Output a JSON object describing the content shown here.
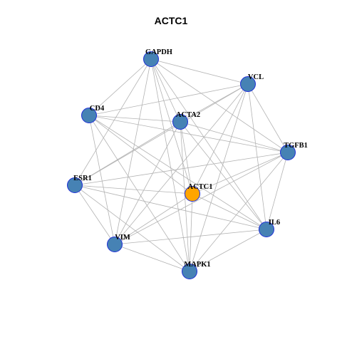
{
  "title": "ACTC1",
  "colors": {
    "node_fill": "#4682b4",
    "hub_fill": "#ffa500",
    "node_border": "#1f2fd8",
    "edge": "#b3b3b3"
  },
  "nodes": [
    {
      "id": "GAPDH",
      "label": "GAPDH",
      "hub": false
    },
    {
      "id": "VCL",
      "label": "VCL",
      "hub": false
    },
    {
      "id": "CD4",
      "label": "CD4",
      "hub": false
    },
    {
      "id": "ACTA2",
      "label": "ACTA2",
      "hub": false
    },
    {
      "id": "TGFB1",
      "label": "TGFB1",
      "hub": false
    },
    {
      "id": "ESR1",
      "label": "ESR1",
      "hub": false
    },
    {
      "id": "ACTC1",
      "label": "ACTC1",
      "hub": true
    },
    {
      "id": "IL6",
      "label": "IL6",
      "hub": false
    },
    {
      "id": "VIM",
      "label": "VIM",
      "hub": false
    },
    {
      "id": "MAPK1",
      "label": "MAPK1",
      "hub": false
    }
  ],
  "edges": [
    [
      "GAPDH",
      "VCL"
    ],
    [
      "GAPDH",
      "CD4"
    ],
    [
      "GAPDH",
      "ACTA2"
    ],
    [
      "GAPDH",
      "TGFB1"
    ],
    [
      "GAPDH",
      "ESR1"
    ],
    [
      "GAPDH",
      "ACTC1"
    ],
    [
      "GAPDH",
      "IL6"
    ],
    [
      "GAPDH",
      "VIM"
    ],
    [
      "GAPDH",
      "MAPK1"
    ],
    [
      "VCL",
      "CD4"
    ],
    [
      "VCL",
      "ACTA2"
    ],
    [
      "VCL",
      "TGFB1"
    ],
    [
      "VCL",
      "ESR1"
    ],
    [
      "VCL",
      "ACTC1"
    ],
    [
      "VCL",
      "IL6"
    ],
    [
      "VCL",
      "VIM"
    ],
    [
      "VCL",
      "MAPK1"
    ],
    [
      "CD4",
      "ACTA2"
    ],
    [
      "CD4",
      "TGFB1"
    ],
    [
      "CD4",
      "ACTC1"
    ],
    [
      "CD4",
      "IL6"
    ],
    [
      "CD4",
      "VIM"
    ],
    [
      "CD4",
      "MAPK1"
    ],
    [
      "ACTA2",
      "TGFB1"
    ],
    [
      "ACTA2",
      "ESR1"
    ],
    [
      "ACTA2",
      "ACTC1"
    ],
    [
      "ACTA2",
      "IL6"
    ],
    [
      "ACTA2",
      "VIM"
    ],
    [
      "ACTA2",
      "MAPK1"
    ],
    [
      "TGFB1",
      "ESR1"
    ],
    [
      "TGFB1",
      "ACTC1"
    ],
    [
      "TGFB1",
      "IL6"
    ],
    [
      "TGFB1",
      "VIM"
    ],
    [
      "TGFB1",
      "MAPK1"
    ],
    [
      "ESR1",
      "ACTC1"
    ],
    [
      "ESR1",
      "IL6"
    ],
    [
      "ESR1",
      "VIM"
    ],
    [
      "ESR1",
      "MAPK1"
    ],
    [
      "ACTC1",
      "IL6"
    ],
    [
      "ACTC1",
      "VIM"
    ],
    [
      "ACTC1",
      "MAPK1"
    ],
    [
      "IL6",
      "VIM"
    ],
    [
      "IL6",
      "MAPK1"
    ],
    [
      "VIM",
      "MAPK1"
    ]
  ]
}
